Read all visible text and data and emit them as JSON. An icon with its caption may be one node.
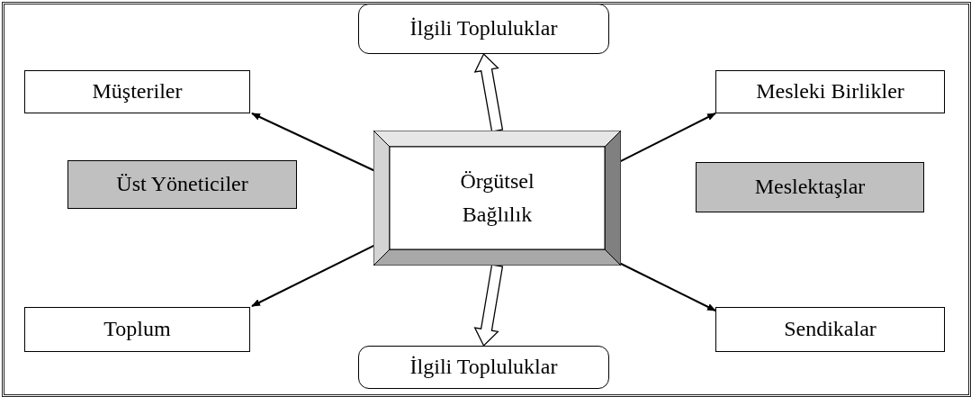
{
  "diagram": {
    "nodes": [
      {
        "text": [
          "İlgili Topluluklar"
        ]
      },
      {
        "text": [
          "Müşteriler"
        ]
      },
      {
        "text": [
          "Mesleki Birlikler"
        ]
      },
      {
        "text": [
          "Üst Yöneticiler"
        ]
      },
      {
        "text": [
          "Örgütsel Bağlılık"
        ]
      },
      {
        "text": [
          "Meslektaşlar"
        ]
      },
      {
        "text": [
          "Toplum"
        ]
      },
      {
        "text": [
          "İlgili Topluluklar"
        ]
      },
      {
        "text": [
          "Sendikalar"
        ]
      }
    ],
    "edges": [
      {
        "from": 4,
        "to": 0,
        "arrow": "to",
        "style": "thick"
      },
      {
        "from": 4,
        "to": 1,
        "arrow": "to"
      },
      {
        "from": 4,
        "to": 2,
        "arrow": "to"
      },
      {
        "from": 4,
        "to": 6,
        "arrow": "to"
      },
      {
        "from": 4,
        "to": 8,
        "arrow": "to"
      },
      {
        "from": 4,
        "to": 7,
        "arrow": "to",
        "style": "thick"
      }
    ]
  }
}
